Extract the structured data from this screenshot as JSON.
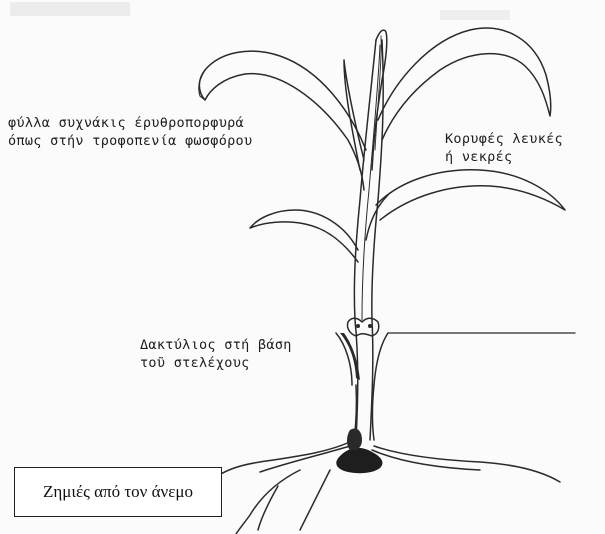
{
  "diagram": {
    "labels": {
      "leaves_line1": "φύλλα συχνάκις έρυθροπορφυρά",
      "leaves_line2": "όπως στήν τροφοπενία φωσφόρου",
      "tips_line1": "Κορυφές λευκές",
      "tips_line2": "ή νεκρές",
      "base_line1": "Δακτύλιος στή βάση",
      "base_line2": "τοῦ στελέχους"
    },
    "caption": "Ζημιές από τον άνεμο",
    "colors": {
      "ink": "#2a2a2a",
      "dark_patch": "#1e1e1e",
      "paper": "#fbfbfb"
    }
  }
}
